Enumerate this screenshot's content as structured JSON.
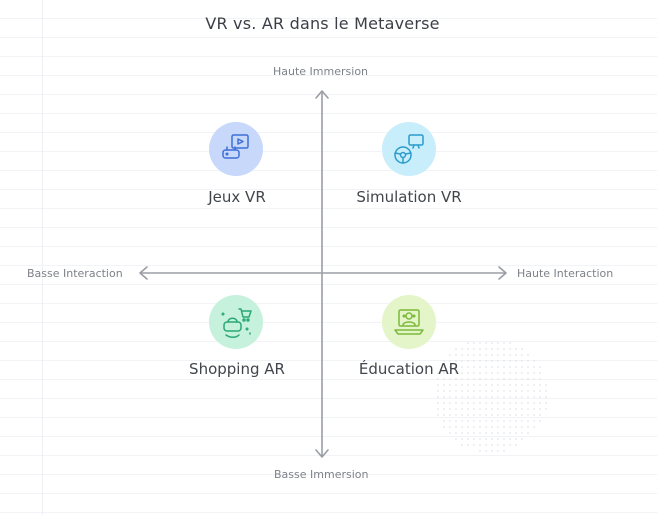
{
  "title": "VR vs. AR dans le Metaverse",
  "axes": {
    "top": "Haute Immersion",
    "bottom": "Basse Immersion",
    "left": "Basse Interaction",
    "right": "Haute Interaction"
  },
  "quadrants": [
    {
      "label": "Jeux VR",
      "icon": "vr-gaming-icon",
      "color": "#c7d8fb",
      "stroke": "#3f6fd8"
    },
    {
      "label": "Simulation VR",
      "icon": "vr-simulation-icon",
      "color": "#c9eefb",
      "stroke": "#2a9ccc"
    },
    {
      "label": "Shopping AR",
      "icon": "ar-shopping-icon",
      "color": "#c6f2dd",
      "stroke": "#2aa874"
    },
    {
      "label": "Éducation AR",
      "icon": "ar-education-icon",
      "color": "#e3f5c9",
      "stroke": "#7db93a"
    }
  ],
  "colors": {
    "axis": "#9a9ea4",
    "text": "#41464c"
  }
}
